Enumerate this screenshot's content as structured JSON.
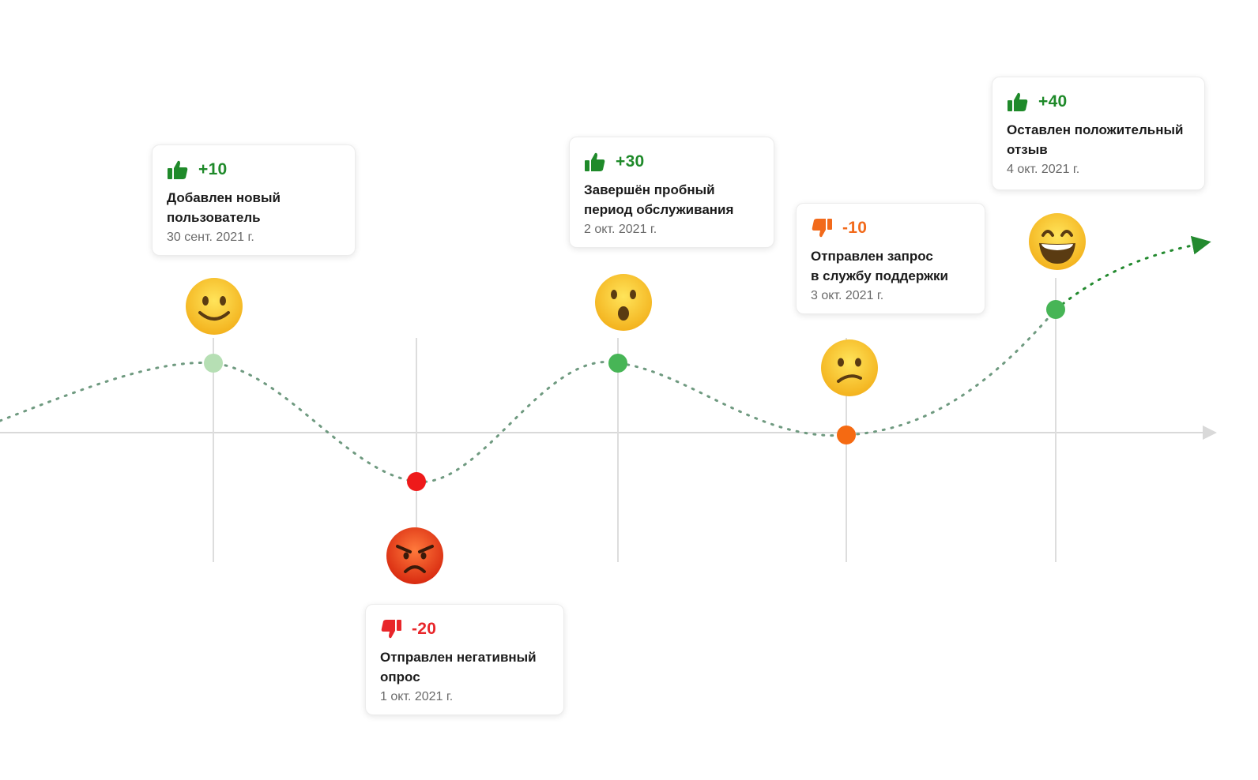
{
  "colors": {
    "positive": "#1f8a2a",
    "negative": "#e8262a",
    "warning": "#f26a1b",
    "line": "#6f9a80",
    "line_positive": "#238a2f",
    "axis": "#d9d9d9"
  },
  "events": [
    {
      "score": "+10",
      "score_value": 10,
      "thumb": "thumb-up-icon",
      "tone": "positive",
      "emoji": "slightly-smiling-face-icon",
      "title": "Добавлен новый\nпользователь",
      "date": "30 сент. 2021 г."
    },
    {
      "score": "-20",
      "score_value": -20,
      "thumb": "thumb-down-icon",
      "tone": "negative",
      "emoji": "angry-face-icon",
      "title": "Отправлен негативный\nопрос",
      "date": "1 окт. 2021 г."
    },
    {
      "score": "+30",
      "score_value": 30,
      "thumb": "thumb-up-icon",
      "tone": "positive",
      "emoji": "surprised-face-icon",
      "title": "Завершён пробный\nпериод обслуживания",
      "date": "2 окт. 2021 г."
    },
    {
      "score": "-10",
      "score_value": -10,
      "thumb": "thumb-down-icon",
      "tone": "warning",
      "emoji": "confused-face-icon",
      "title": "Отправлен запрос\nв службу поддержки",
      "date": "3 окт. 2021 г."
    },
    {
      "score": "+40",
      "score_value": 40,
      "thumb": "thumb-up-icon",
      "tone": "positive",
      "emoji": "grinning-face-icon",
      "title": "Оставлен положительный\nотзыв",
      "date": "4 окт. 2021 г."
    }
  ]
}
